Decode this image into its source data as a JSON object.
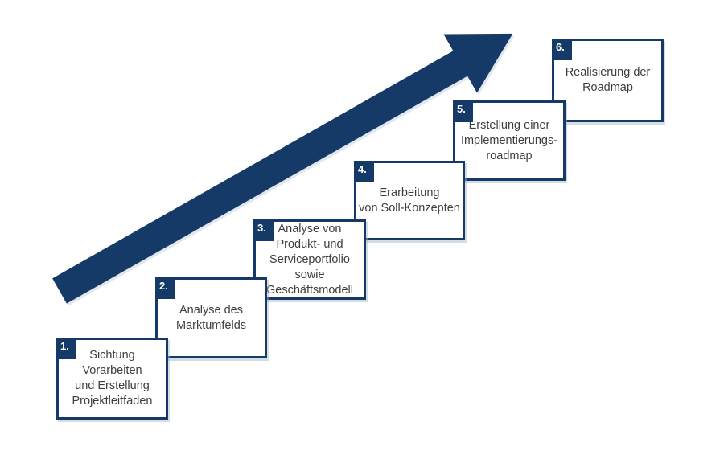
{
  "colors": {
    "navy": "#153a68",
    "text": "#3d3d3d",
    "background": "#ffffff"
  },
  "arrow": {
    "description": "upward-trend-arrow"
  },
  "steps": [
    {
      "number": "1.",
      "text": "Sichtung\nVorarbeiten\nund Erstellung\nProjektleitfaden"
    },
    {
      "number": "2.",
      "text": "Analyse des\nMarktumfelds"
    },
    {
      "number": "3.",
      "text": "Analyse von\nProdukt- und\nServiceportfolio\nsowie\nGeschäftsmodell"
    },
    {
      "number": "4.",
      "text": "Erarbeitung\nvon Soll-Konzepten"
    },
    {
      "number": "5.",
      "text": "Erstellung einer\nImplementierungs-\nroadmap"
    },
    {
      "number": "6.",
      "text": "Realisierung der\nRoadmap"
    }
  ]
}
